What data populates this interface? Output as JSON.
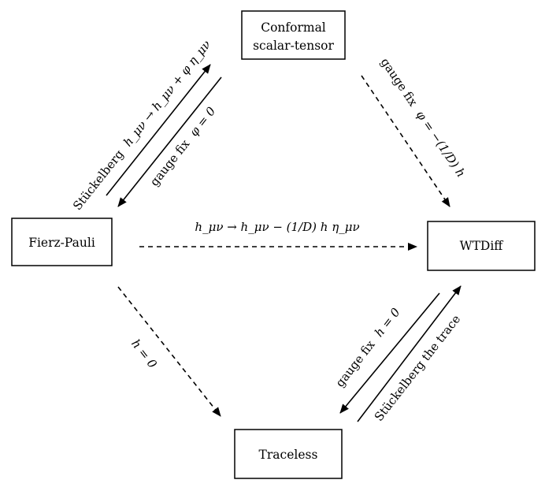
{
  "nodes": {
    "conformal": {
      "line1": "Conformal",
      "line2": "scalar-tensor"
    },
    "fierz_pauli": {
      "label": "Fierz-Pauli"
    },
    "wtdiff": {
      "label": "WTDiff"
    },
    "traceless": {
      "label": "Traceless"
    }
  },
  "edges": {
    "stuckelberg_conformal": {
      "prefix": "Stückelberg",
      "formula": "h_μν → h_μν + φ η_μν"
    },
    "gauge_fix_phi_zero": {
      "prefix": "gauge fix",
      "formula": "φ = 0"
    },
    "gauge_fix_phi_trace": {
      "prefix": "gauge fix",
      "formula": "φ = −(1/D) h"
    },
    "trace_removal": {
      "formula": "h_μν → h_μν − (1/D) h η_μν"
    },
    "h_zero": {
      "formula": "h = 0"
    },
    "gauge_fix_h_zero": {
      "prefix": "gauge fix",
      "formula": "h = 0"
    },
    "stuckelberg_trace": {
      "label": "Stückelberg the trace"
    }
  }
}
